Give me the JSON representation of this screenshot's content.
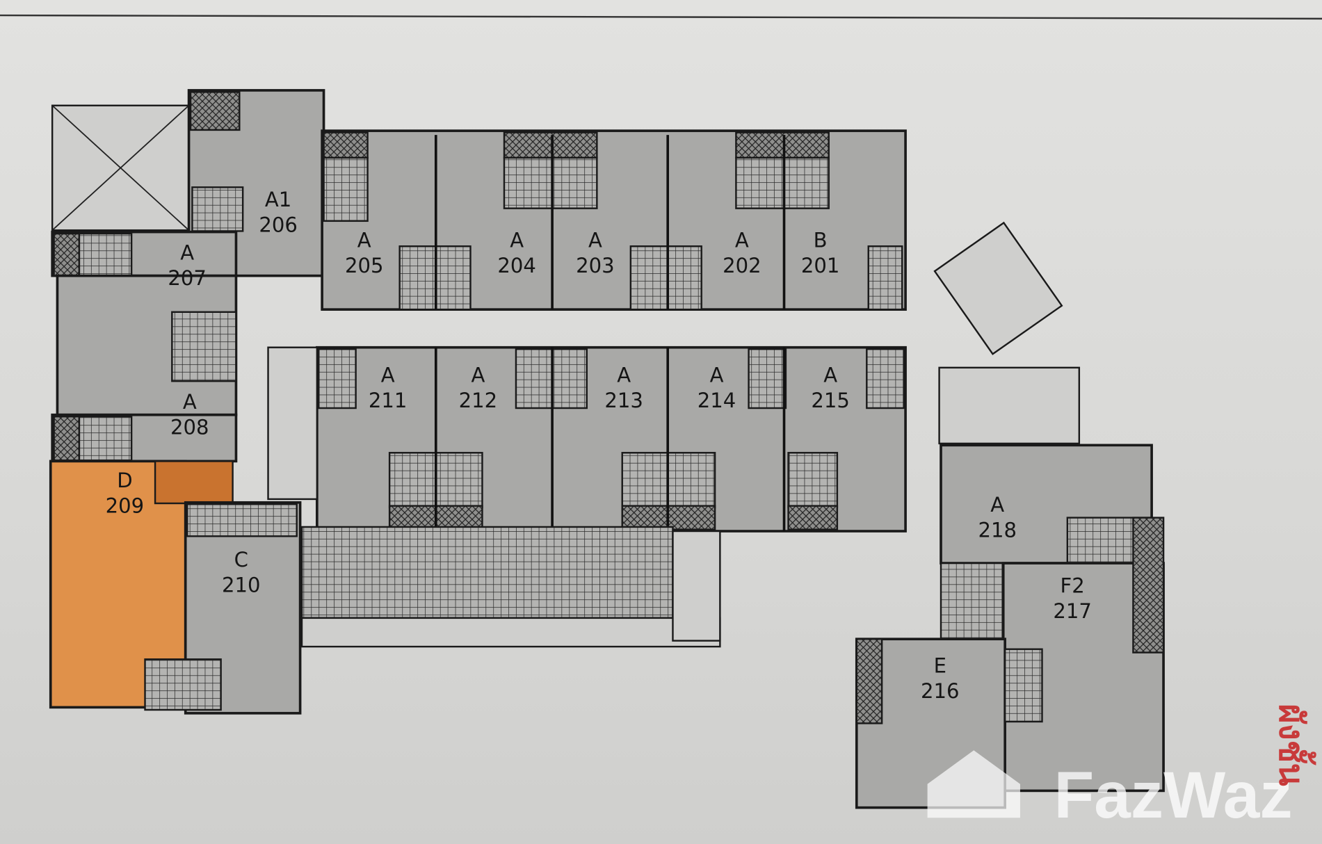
{
  "units": [
    {
      "type": "A1",
      "number": "206",
      "color": "#a9a9a7"
    },
    {
      "type": "A",
      "number": "207",
      "color": "#a9a9a7"
    },
    {
      "type": "A",
      "number": "208",
      "color": "#a9a9a7"
    },
    {
      "type": "D",
      "number": "209",
      "color": "#e0914a",
      "highlighted": true
    },
    {
      "type": "C",
      "number": "210",
      "color": "#a9a9a7"
    },
    {
      "type": "A",
      "number": "205",
      "color": "#a9a9a7"
    },
    {
      "type": "A",
      "number": "204",
      "color": "#a9a9a7"
    },
    {
      "type": "A",
      "number": "203",
      "color": "#a9a9a7"
    },
    {
      "type": "A",
      "number": "202",
      "color": "#a9a9a7"
    },
    {
      "type": "B",
      "number": "201",
      "color": "#a9a9a7"
    },
    {
      "type": "A",
      "number": "211",
      "color": "#a9a9a7"
    },
    {
      "type": "A",
      "number": "212",
      "color": "#a9a9a7"
    },
    {
      "type": "A",
      "number": "213",
      "color": "#a9a9a7"
    },
    {
      "type": "A",
      "number": "214",
      "color": "#a9a9a7"
    },
    {
      "type": "A",
      "number": "215",
      "color": "#a9a9a7"
    },
    {
      "type": "A",
      "number": "218",
      "color": "#a9a9a7"
    },
    {
      "type": "F2",
      "number": "217",
      "color": "#a9a9a7"
    },
    {
      "type": "E",
      "number": "216",
      "color": "#a9a9a7"
    }
  ],
  "stamp_text": "ผังชั้น",
  "watermark": "FazWaz"
}
